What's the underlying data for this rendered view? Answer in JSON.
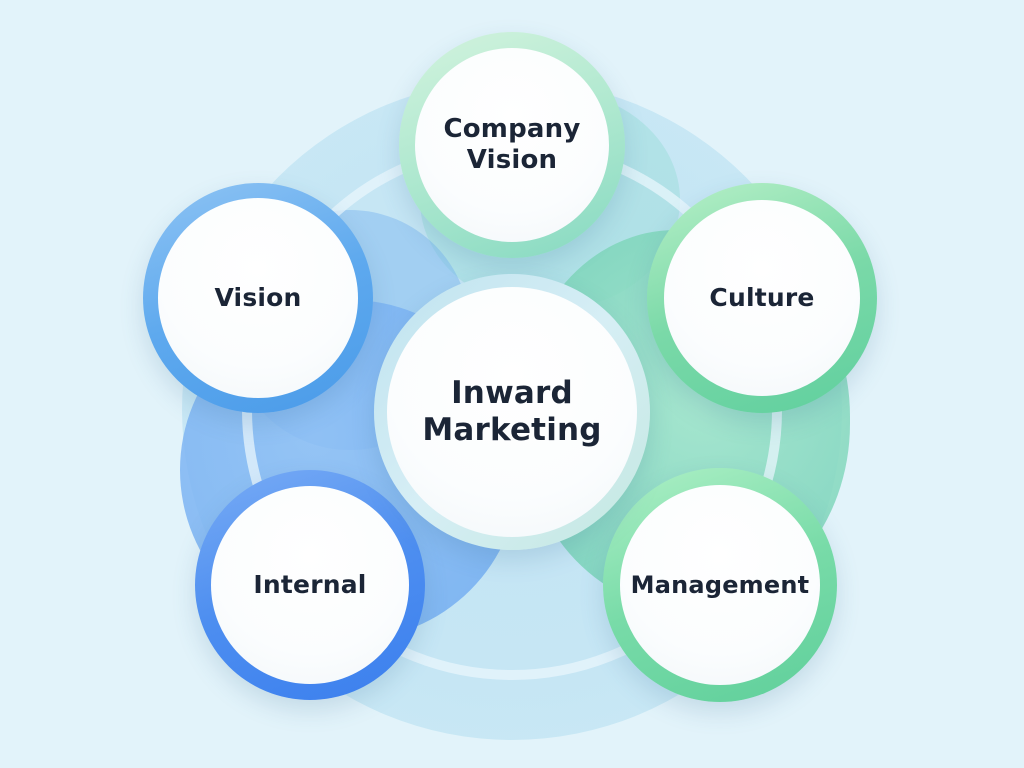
{
  "diagram": {
    "type": "hub-and-spoke",
    "background_color": "#E2F3FA",
    "center": {
      "label_line1": "Inward",
      "label_line2": "Marketing",
      "ring_color": "#C8E8F0"
    },
    "nodes": [
      {
        "id": "company-vision",
        "label_line1": "Company",
        "label_line2": "Vision",
        "ring_color": "#9FE3CC",
        "position": "top"
      },
      {
        "id": "vision",
        "label": "Vision",
        "ring_color": "#5EA9EE",
        "position": "upper-left"
      },
      {
        "id": "culture",
        "label": "Culture",
        "ring_color": "#7AD9A8",
        "position": "upper-right"
      },
      {
        "id": "internal",
        "label": "Internal",
        "ring_color": "#4D8EF0",
        "position": "lower-left"
      },
      {
        "id": "management",
        "label": "Management",
        "ring_color": "#78DBA8",
        "position": "lower-right"
      }
    ],
    "text_color": "#1B2536"
  }
}
